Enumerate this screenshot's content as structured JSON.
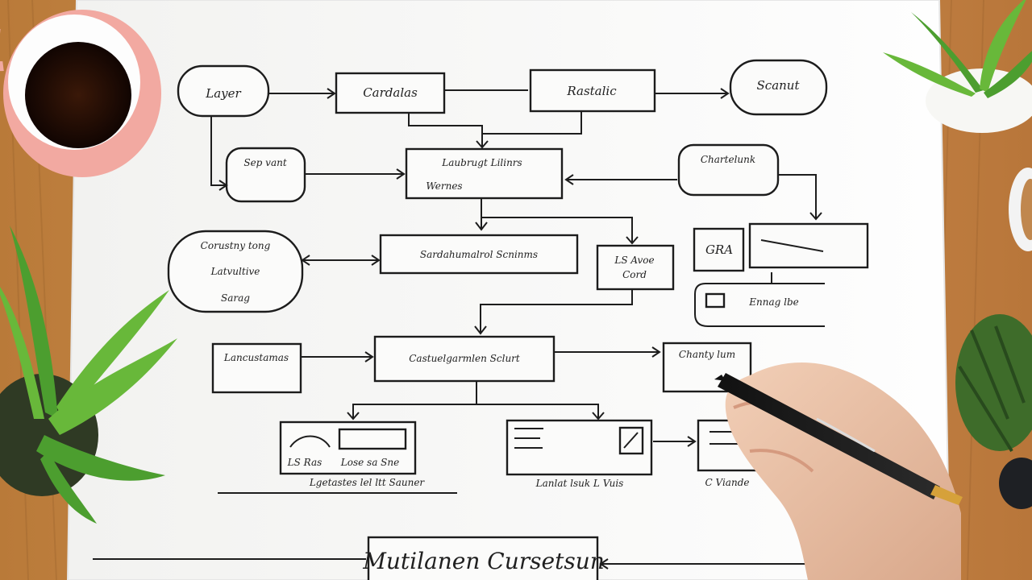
{
  "scene": {
    "description_colors": {
      "desk": "#c98a4a",
      "paper": "#fbfbfa",
      "ink": "#1c1c1c",
      "mug": "#f2a9a1",
      "plant": "#68b83a",
      "pen_tip": "#d6a13a"
    }
  },
  "diagram": {
    "labels": {
      "top_left": "Layer",
      "top_center_left": "Cardalas",
      "top_center_right": "Rastalic",
      "top_right": "Scanut",
      "left_mid": "Sep vant",
      "center_top": "Laubrugt Lilinrs",
      "center_top_2": "Wernes",
      "right_mid": "Chartelunk",
      "left_large_1": "Corustny tong",
      "left_large_2": "Latvultive",
      "left_large_3": "Sarag",
      "center_mid": "Sardahumalrol Scninms",
      "small_box_1": "LS Avoe",
      "small_box_2": "Cord",
      "right_block_1": "GRA",
      "right_block_2": "Ennag lbe",
      "middle_row_left": "Lancustamas",
      "middle_row_center": "Castuelgarmlen Sclurt",
      "middle_row_right": "Chanty lum",
      "bottom_left_1": "LS Ras",
      "bottom_left_2": "Lose sa Sne",
      "bottom_left_caption": "Lgetastes lel  ltt  Sauner",
      "bottom_mid_caption": "Lanlat  lsuk  L Vuis",
      "bottom_right_caption": "C Viande",
      "footer": "Mutilanen  Cursetsun"
    }
  }
}
